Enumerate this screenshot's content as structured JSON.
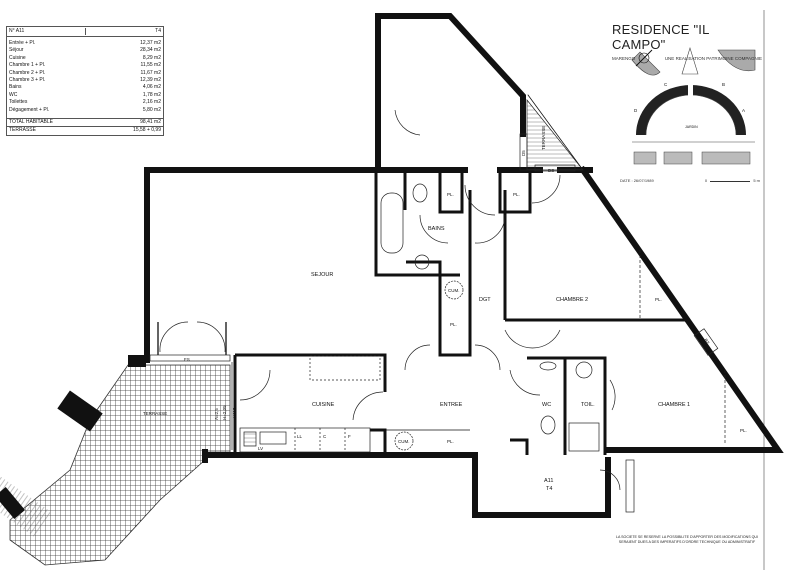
{
  "surface_table": {
    "header_left": "N° A11",
    "header_right": "T4",
    "rows": [
      {
        "label": "Entrée + Pl.",
        "value": "12,37 m2"
      },
      {
        "label": "Séjour",
        "value": "28,34 m2"
      },
      {
        "label": "Cuisine",
        "value": "8,29 m2"
      },
      {
        "label": "Chambre 1 + Pl.",
        "value": "11,55 m2"
      },
      {
        "label": "Chambre 2 + Pl.",
        "value": "11,67 m2"
      },
      {
        "label": "Chambre 3 + Pl.",
        "value": "12,39 m2"
      },
      {
        "label": "Bains",
        "value": "4,06 m2"
      },
      {
        "label": "WC",
        "value": "1,78 m2"
      },
      {
        "label": "Toilettes",
        "value": "2,16 m2"
      },
      {
        "label": "Dégagement + Pl.",
        "value": "5,80 m2"
      }
    ],
    "total_label": "TOTAL HABITABLE",
    "total_value": "98,41 m2",
    "terrace_label": "TERRASSE",
    "terrace_value": "15,58 + 0,99"
  },
  "title_block": {
    "title": "RESIDENCE \"IL CAMPO\"",
    "location": "MARENGO",
    "tagline": "UNE REALISATION PATRIMOINE COMPAGNIE",
    "site_letters": [
      "A",
      "B",
      "C",
      "D"
    ],
    "site_center_label": "JARDIN",
    "date": "DATE : 26/07/1989",
    "scale_start": "0",
    "scale_end": "5 m"
  },
  "rooms": {
    "sejour": "SEJOUR",
    "cuisine": "CUISINE",
    "entree": "ENTREE",
    "bains": "BAINS",
    "dgt": "DGT",
    "chambre2": "CHAMBRE 2",
    "chambre1": "CHAMBRE 1",
    "wc": "WC",
    "toil": "TOIL.",
    "terrasse": "TERRASSE",
    "terrasse_small": "TERRASSE",
    "placard": "PL.",
    "cum": "CUM.",
    "apt_id": "A11",
    "apt_type": "T4"
  },
  "annotations": {
    "fs": "FS",
    "d5": "D5",
    "ds": "DS",
    "ll": "LL",
    "c": "C",
    "f": "F",
    "lv": "LV",
    "h113": "H113",
    "a": "A=2,5",
    "b": "H=2,05",
    "b2": "B2"
  },
  "footnote": "LA SOCIETE SE RESERVE LA POSSIBILITE D'APPORTER DES MODIFICATIONS QUI SERAIENT DUES A DES IMPERATIFS D'ORDRE TECHNIQUE OU ADMINISTRATIF"
}
